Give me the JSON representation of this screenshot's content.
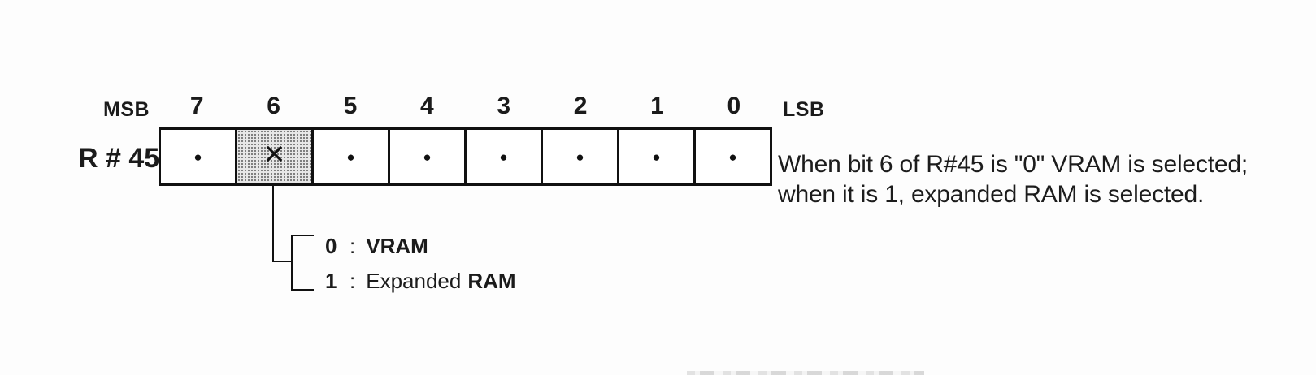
{
  "register": {
    "name": "R # 45",
    "msb_label": "MSB",
    "lsb_label": "LSB",
    "highlighted_bit": "6",
    "bits": [
      {
        "bit": "7",
        "marker": "dot",
        "glyph": "●"
      },
      {
        "bit": "6",
        "marker": "cross",
        "glyph": "×",
        "shaded": true
      },
      {
        "bit": "5",
        "marker": "dot",
        "glyph": "●"
      },
      {
        "bit": "4",
        "marker": "dot",
        "glyph": "●"
      },
      {
        "bit": "3",
        "marker": "dot",
        "glyph": "●"
      },
      {
        "bit": "2",
        "marker": "dot",
        "glyph": "●"
      },
      {
        "bit": "1",
        "marker": "dot",
        "glyph": "●"
      },
      {
        "bit": "0",
        "marker": "dot",
        "glyph": "●"
      }
    ]
  },
  "legend": {
    "items": [
      {
        "value": "0",
        "separator": ":",
        "label_plain": "",
        "label_strong": "VRAM"
      },
      {
        "value": "1",
        "separator": ":",
        "label_plain": "Expanded",
        "label_strong": "RAM"
      }
    ]
  },
  "note": {
    "line1": "When bit 6 of R#45 is \"0\" VRAM is selected;",
    "line2": "when it is 1, expanded RAM is selected."
  },
  "colors": {
    "line": "#111111",
    "text": "#1b1b1b",
    "shaded_cell_bg": "#e7e7e7",
    "shaded_cell_dots": "#787878",
    "background": "#fdfdfd"
  }
}
